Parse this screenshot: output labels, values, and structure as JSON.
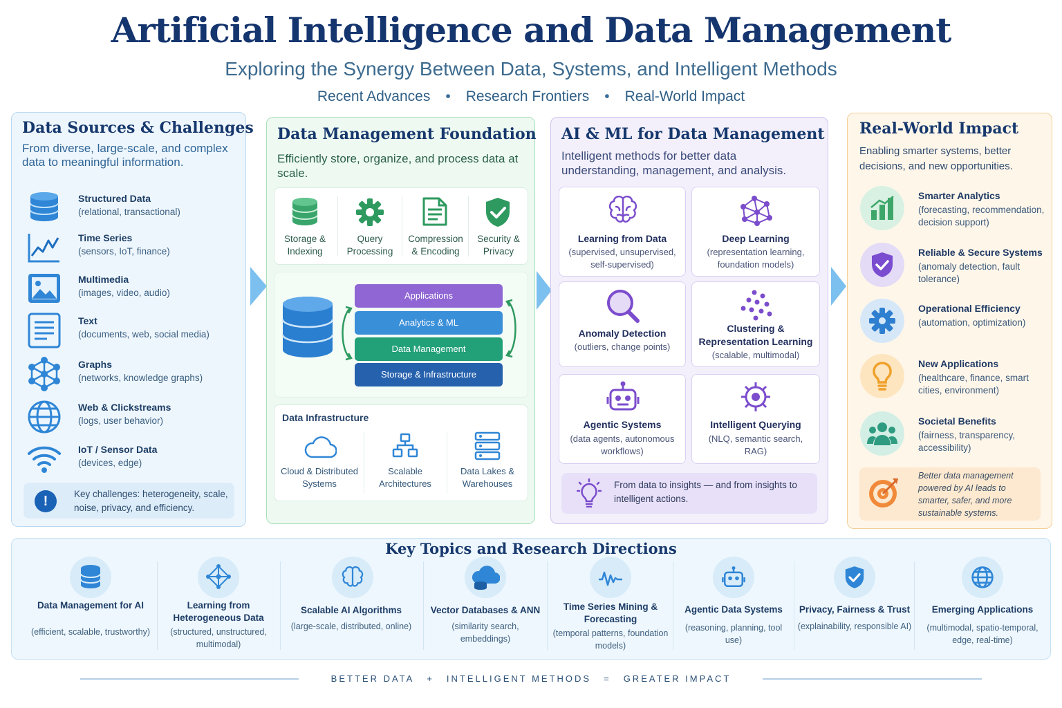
{
  "header": {
    "title": "Artificial Intelligence and Data Management",
    "subtitle": "Exploring the Synergy Between Data, Systems, and Intelligent Methods",
    "tags": [
      "Recent Advances",
      "Research Frontiers",
      "Real-World Impact"
    ],
    "tag_separator": "•"
  },
  "sources": {
    "title": "Data Sources & Challenges",
    "desc": "From diverse, large-scale, and complex data to meaningful information.",
    "items": [
      {
        "label": "Structured Data",
        "detail": "(relational, transactional)",
        "icon": "database-icon"
      },
      {
        "label": "Time Series",
        "detail": "(sensors, IoT, finance)",
        "icon": "line-chart-icon"
      },
      {
        "label": "Multimedia",
        "detail": "(images, video, audio)",
        "icon": "image-icon"
      },
      {
        "label": "Text",
        "detail": "(documents, web, social media)",
        "icon": "document-icon"
      },
      {
        "label": "Graphs",
        "detail": "(networks, knowledge graphs)",
        "icon": "graph-icon"
      },
      {
        "label": "Web & Clickstreams",
        "detail": "(logs, user behavior)",
        "icon": "globe-icon"
      },
      {
        "label": "IoT / Sensor Data",
        "detail": "(devices, edge)",
        "icon": "wifi-icon"
      }
    ],
    "callout_mark": "!",
    "callout": "Key challenges: heterogeneity, scale, noise, privacy, and efficiency."
  },
  "foundation": {
    "title": "Data  Management Foundation",
    "desc": "Efficiently store, organize, and process data at scale.",
    "columns": [
      {
        "label": "Storage & Indexing",
        "icon": "database-icon"
      },
      {
        "label": "Query Processing",
        "icon": "gear-icon"
      },
      {
        "label": "Compression & Encoding",
        "icon": "document-icon"
      },
      {
        "label": "Security & Privacy",
        "icon": "shield-icon"
      }
    ],
    "layers": [
      "Applications",
      "Analytics & ML",
      "Data Management",
      "Storage & Infrastructure"
    ],
    "infra_title": "Data Infrastructure",
    "infra": [
      {
        "label": "Cloud & Distributed Systems",
        "icon": "cloud-icon"
      },
      {
        "label": "Scalable Architectures",
        "icon": "hierarchy-icon"
      },
      {
        "label": "Data Lakes & Warehouses",
        "icon": "server-icon"
      }
    ]
  },
  "ai": {
    "title": "AI & ML for Data Management",
    "desc": "Intelligent methods for better data understanding, management, and analysis.",
    "cards": [
      {
        "label": "Learning from Data",
        "detail": "(supervised, unsupervised, self-supervised)",
        "icon": "brain-icon"
      },
      {
        "label": "Deep Learning",
        "detail": "(representation learning, foundation models)",
        "icon": "network-icon"
      },
      {
        "label": "Anomaly Detection",
        "detail": "(outliers, change points)",
        "icon": "magnifier-icon"
      },
      {
        "label": "Clustering & Representation Learning",
        "detail": "(scalable, multimodal)",
        "icon": "dots-icon"
      },
      {
        "label": "Agentic Systems",
        "detail": "(data agents, autonomous workflows)",
        "icon": "robot-icon"
      },
      {
        "label": "Intelligent Querying",
        "detail": "(NLQ, semantic search, RAG)",
        "icon": "gear-icon"
      }
    ],
    "callout": "From data to insights — and from insights to intelligent actions."
  },
  "impact": {
    "title": "Real-World Impact",
    "desc": "Enabling smarter systems, better decisions, and new opportunities.",
    "items": [
      {
        "label": "Smarter Analytics",
        "detail": "(forecasting, recommendation, decision support)",
        "icon": "bar-chart-icon",
        "color": "#3fa66a"
      },
      {
        "label": "Reliable & Secure Systems",
        "detail": "(anomaly detection, fault tolerance)",
        "icon": "shield-icon",
        "color": "#7a4ccf"
      },
      {
        "label": "Operational Efficiency",
        "detail": "(automation, optimization)",
        "icon": "gear-icon",
        "color": "#2f7fd0"
      },
      {
        "label": "New Applications",
        "detail": "(healthcare, finance, smart cities, environment)",
        "icon": "lightbulb-icon",
        "color": "#f0a12b"
      },
      {
        "label": "Societal Benefits",
        "detail": "(fairness, transparency, accessibility)",
        "icon": "people-icon",
        "color": "#2f9b80"
      }
    ],
    "callout": "Better data management powered by AI leads to smarter, safer, and more sustainable systems."
  },
  "topics": {
    "title": "Key Topics and Research Directions",
    "items": [
      {
        "label": "Data Management for AI",
        "detail": "(efficient, scalable, trustworthy)",
        "icon": "database-icon"
      },
      {
        "label": "Learning from Heterogeneous Data",
        "detail": "(structured, unstructured, multimodal)",
        "icon": "network-icon"
      },
      {
        "label": "Scalable AI Algorithms",
        "detail": "(large-scale, distributed, online)",
        "icon": "brain-icon"
      },
      {
        "label": "Vector Databases & ANN",
        "detail": "(similarity search, embeddings)",
        "icon": "cloud-db-icon"
      },
      {
        "label": "Time Series Mining & Forecasting",
        "detail": "(temporal patterns, foundation models)",
        "icon": "waveform-icon"
      },
      {
        "label": "Agentic Data Systems",
        "detail": "(reasoning, planning, tool use)",
        "icon": "robot-icon"
      },
      {
        "label": "Privacy, Fairness & Trust",
        "detail": "(explainability, responsible AI)",
        "icon": "shield-icon"
      },
      {
        "label": "Emerging Applications",
        "detail": "(multimodal, spatio-temporal, edge, real-time)",
        "icon": "globe-icon"
      }
    ]
  },
  "footer": {
    "a": "BETTER DATA",
    "plus": "+",
    "b": "INTELLIGENT METHODS",
    "eq": "=",
    "c": "GREATER IMPACT"
  }
}
